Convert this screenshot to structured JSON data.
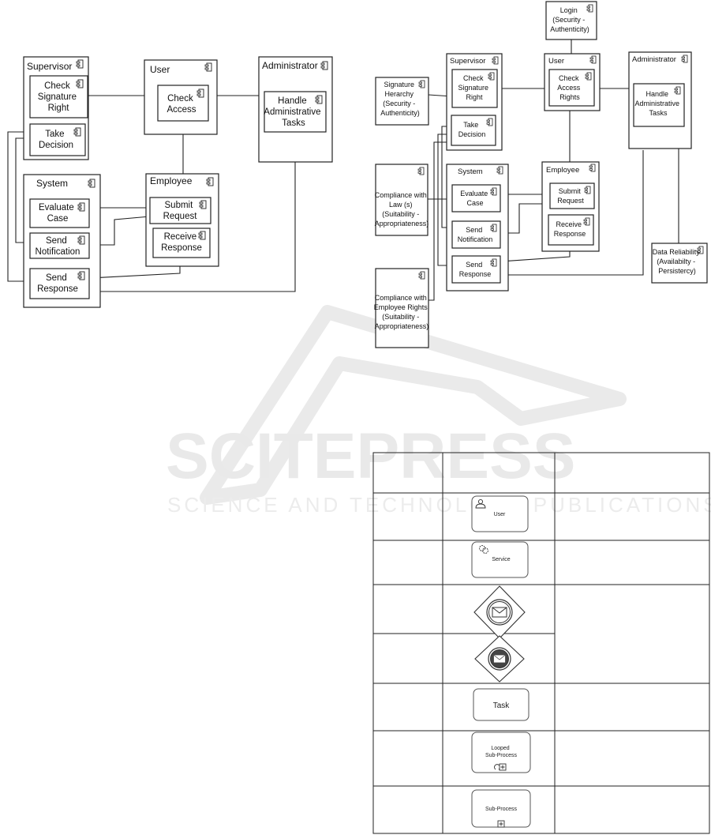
{
  "left_diagram": {
    "supervisor": {
      "title": "Supervisor",
      "check_signature": [
        "Check",
        "Signature",
        "Right"
      ],
      "take_decision": [
        "Take",
        "Decision"
      ]
    },
    "user": {
      "title": "User",
      "check_access": [
        "Check",
        "Access"
      ]
    },
    "administrator": {
      "title": "Administrator",
      "handle": [
        "Handle",
        "Administrative",
        "Tasks"
      ]
    },
    "system": {
      "title": "System",
      "evaluate": [
        "Evaluate",
        "Case"
      ],
      "send_notification": [
        "Send",
        "Notification"
      ],
      "send_response": [
        "Send",
        "Response"
      ]
    },
    "employee": {
      "title": "Employee",
      "submit": [
        "Submit",
        "Request"
      ],
      "receive": [
        "Receive",
        "Response"
      ]
    }
  },
  "right_diagram": {
    "login": [
      "Login",
      "(Security -",
      "Authenticity)"
    ],
    "supervisor": {
      "title": "Supervisor",
      "check_signature": [
        "Check",
        "Signature",
        "Right"
      ],
      "take_decision": [
        "Take",
        "Decision"
      ]
    },
    "user": {
      "title": "User",
      "check_access": [
        "Check",
        "Access",
        "Rights"
      ]
    },
    "administrator": {
      "title": "Administrator",
      "handle": [
        "Handle",
        "Administrative",
        "Tasks"
      ]
    },
    "signature_hierarchy": [
      "Signature",
      "Herarchy",
      "(Security -",
      "Authenticity)"
    ],
    "compliance_law": [
      "Compliance with",
      "Law (s)",
      "(Suitability -",
      "Appropriateness)"
    ],
    "compliance_employee": [
      "Compliance with",
      "Employee Rights",
      "(Suitability -",
      "Appropriateness)"
    ],
    "system": {
      "title": "System",
      "evaluate": [
        "Evaluate",
        "Case"
      ],
      "send_notification": [
        "Send",
        "Notification"
      ],
      "send_response": [
        "Send",
        "Response"
      ]
    },
    "employee": {
      "title": "Employee",
      "submit": [
        "Submit",
        "Request"
      ],
      "receive": [
        "Receive",
        "Response"
      ]
    },
    "data_reliability": [
      "Data Reliability",
      "(Availabilty -",
      "Persistercy)"
    ]
  },
  "watermark": {
    "main": "SCITEPRESS",
    "sub": "SCIENCE AND TECHNOLOGY PUBLICATIONS"
  },
  "bpmn_table": {
    "user_task": "User",
    "service_task": "Service",
    "task": "Task",
    "looped_subprocess": [
      "Looped",
      "Sub-Process"
    ],
    "subprocess": "Sub-Process"
  }
}
